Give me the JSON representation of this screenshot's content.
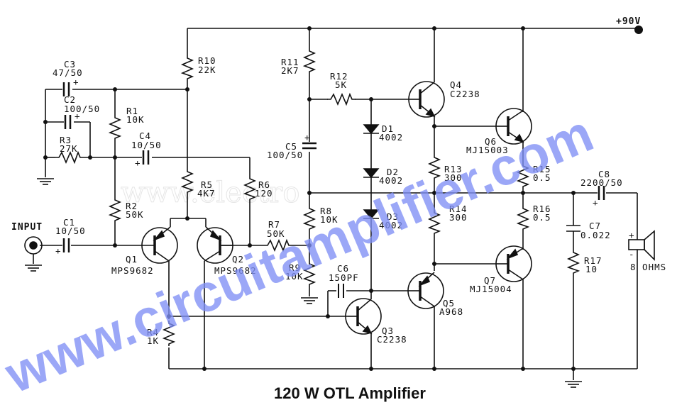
{
  "title": "120 W OTL Amplifier",
  "supply": "+90V",
  "input_label": "INPUT",
  "output_label": "8 OHMS",
  "watermark": "www.circuitamplifier.com",
  "ghost_watermark": "www.electro",
  "colors": {
    "watermark": "#7f8ff5",
    "ink": "#111111",
    "background": "#ffffff"
  },
  "resistors": {
    "R1": {
      "name": "R1",
      "value": "10K"
    },
    "R2": {
      "name": "R2",
      "value": "50K"
    },
    "R3": {
      "name": "R3",
      "value": "27K"
    },
    "R4": {
      "name": "R4",
      "value": "1K"
    },
    "R5": {
      "name": "R5",
      "value": "4K7"
    },
    "R6": {
      "name": "R6",
      "value": "120"
    },
    "R7": {
      "name": "R7",
      "value": "50K"
    },
    "R8": {
      "name": "R8",
      "value": "10K"
    },
    "R9": {
      "name": "R9",
      "value": "10K"
    },
    "R10": {
      "name": "R10",
      "value": "22K"
    },
    "R11": {
      "name": "R11",
      "value": "2K7"
    },
    "R12": {
      "name": "R12",
      "value": "5K"
    },
    "R13": {
      "name": "R13",
      "value": "300"
    },
    "R14": {
      "name": "R14",
      "value": "300"
    },
    "R15": {
      "name": "R15",
      "value": "0.5"
    },
    "R16": {
      "name": "R16",
      "value": "0.5"
    },
    "R17": {
      "name": "R17",
      "value": "10"
    }
  },
  "capacitors": {
    "C1": {
      "name": "C1",
      "value": "10/50"
    },
    "C2": {
      "name": "C2",
      "value": "100/50"
    },
    "C3": {
      "name": "C3",
      "value": "47/50"
    },
    "C4": {
      "name": "C4",
      "value": "10/50"
    },
    "C5": {
      "name": "C5",
      "value": "100/50"
    },
    "C6": {
      "name": "C6",
      "value": "150PF"
    },
    "C7": {
      "name": "C7",
      "value": "0.022"
    },
    "C8": {
      "name": "C8",
      "value": "2200/50"
    }
  },
  "diodes": {
    "D1": {
      "name": "D1",
      "value": "4002"
    },
    "D2": {
      "name": "D2",
      "value": "4002"
    },
    "D3": {
      "name": "D3",
      "value": "4002"
    }
  },
  "transistors": {
    "Q1": {
      "name": "Q1",
      "part": "MPS9682"
    },
    "Q2": {
      "name": "Q2",
      "part": "MPS9682"
    },
    "Q3": {
      "name": "Q3",
      "part": "C2238"
    },
    "Q4": {
      "name": "Q4",
      "part": "C2238"
    },
    "Q5": {
      "name": "Q5",
      "part": "A968"
    },
    "Q6": {
      "name": "Q6",
      "part": "MJ15003"
    },
    "Q7": {
      "name": "Q7",
      "part": "MJ15004"
    }
  },
  "polarity": {
    "plus": "+",
    "minus": "-"
  }
}
